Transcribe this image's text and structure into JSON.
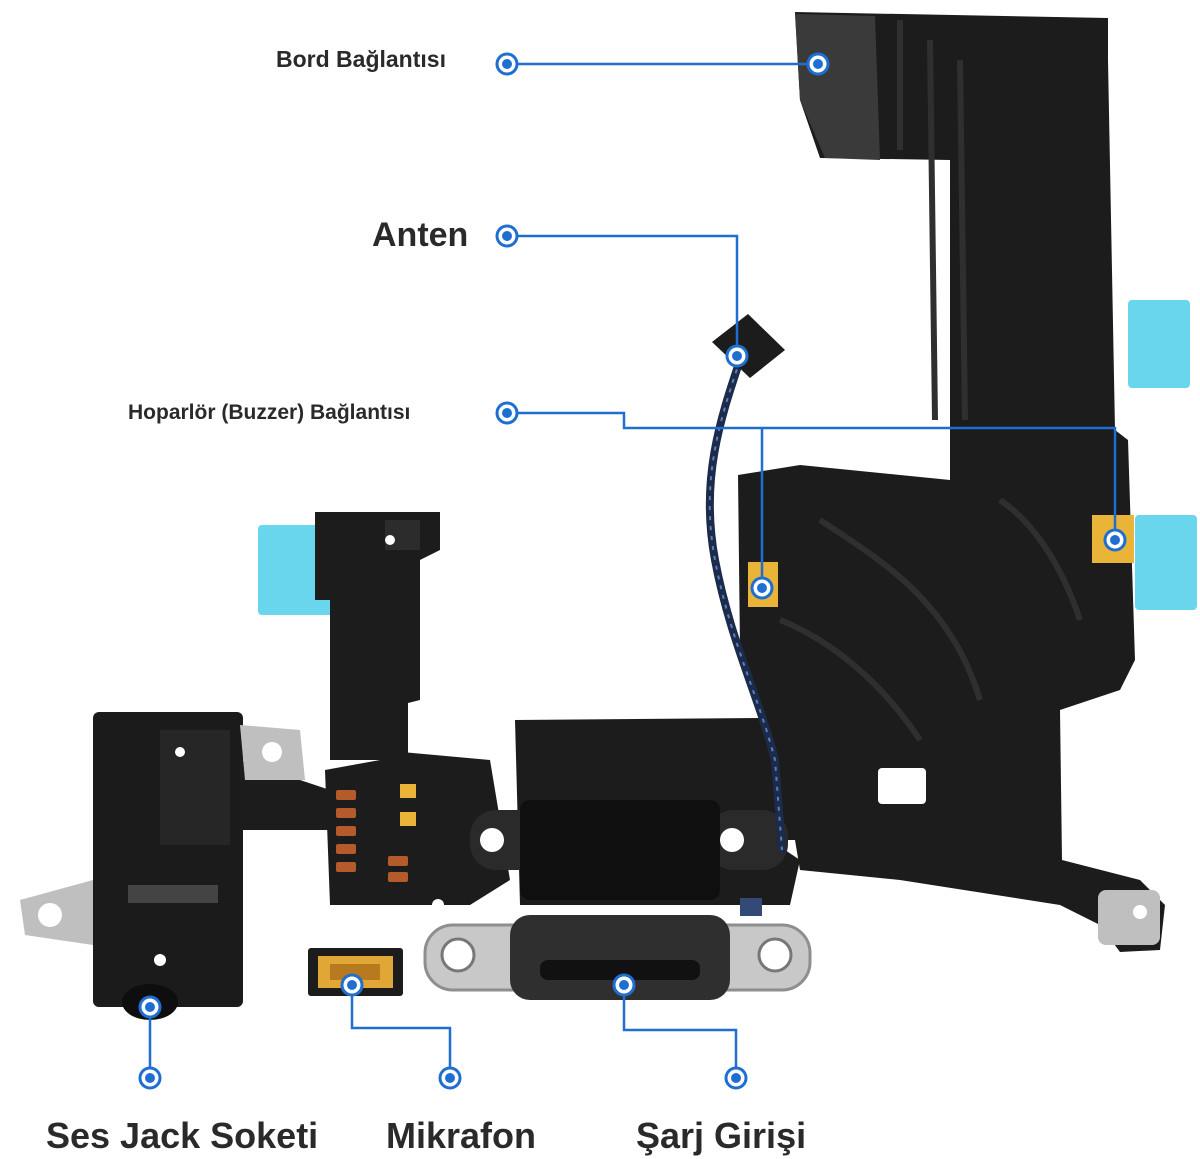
{
  "colors": {
    "callout_line": "#1f6fd1",
    "callout_dot_ring": "#1f6fd1",
    "flex_cable": "#1c1c1c",
    "tab_cyan": "#6ad6ee",
    "pad_gold": "#e9b437",
    "metal": "#bfbfbf"
  },
  "labels": {
    "board_connection": "Bord Bağlantısı",
    "antenna": "Anten",
    "speaker_connection": "Hoparlör (Buzzer) Bağlantısı",
    "audio_jack": "Ses Jack Soketi",
    "microphone": "Mikrafon",
    "charging_port": "Şarj Girişi"
  },
  "parts": [
    {
      "id": "board-connector",
      "label_key": "board_connection"
    },
    {
      "id": "antenna",
      "label_key": "antenna"
    },
    {
      "id": "speaker-pad-left",
      "label_key": "speaker_connection"
    },
    {
      "id": "speaker-pad-right",
      "label_key": "speaker_connection"
    },
    {
      "id": "audio-jack",
      "label_key": "audio_jack"
    },
    {
      "id": "microphone",
      "label_key": "microphone"
    },
    {
      "id": "lightning-port",
      "label_key": "charging_port"
    }
  ]
}
